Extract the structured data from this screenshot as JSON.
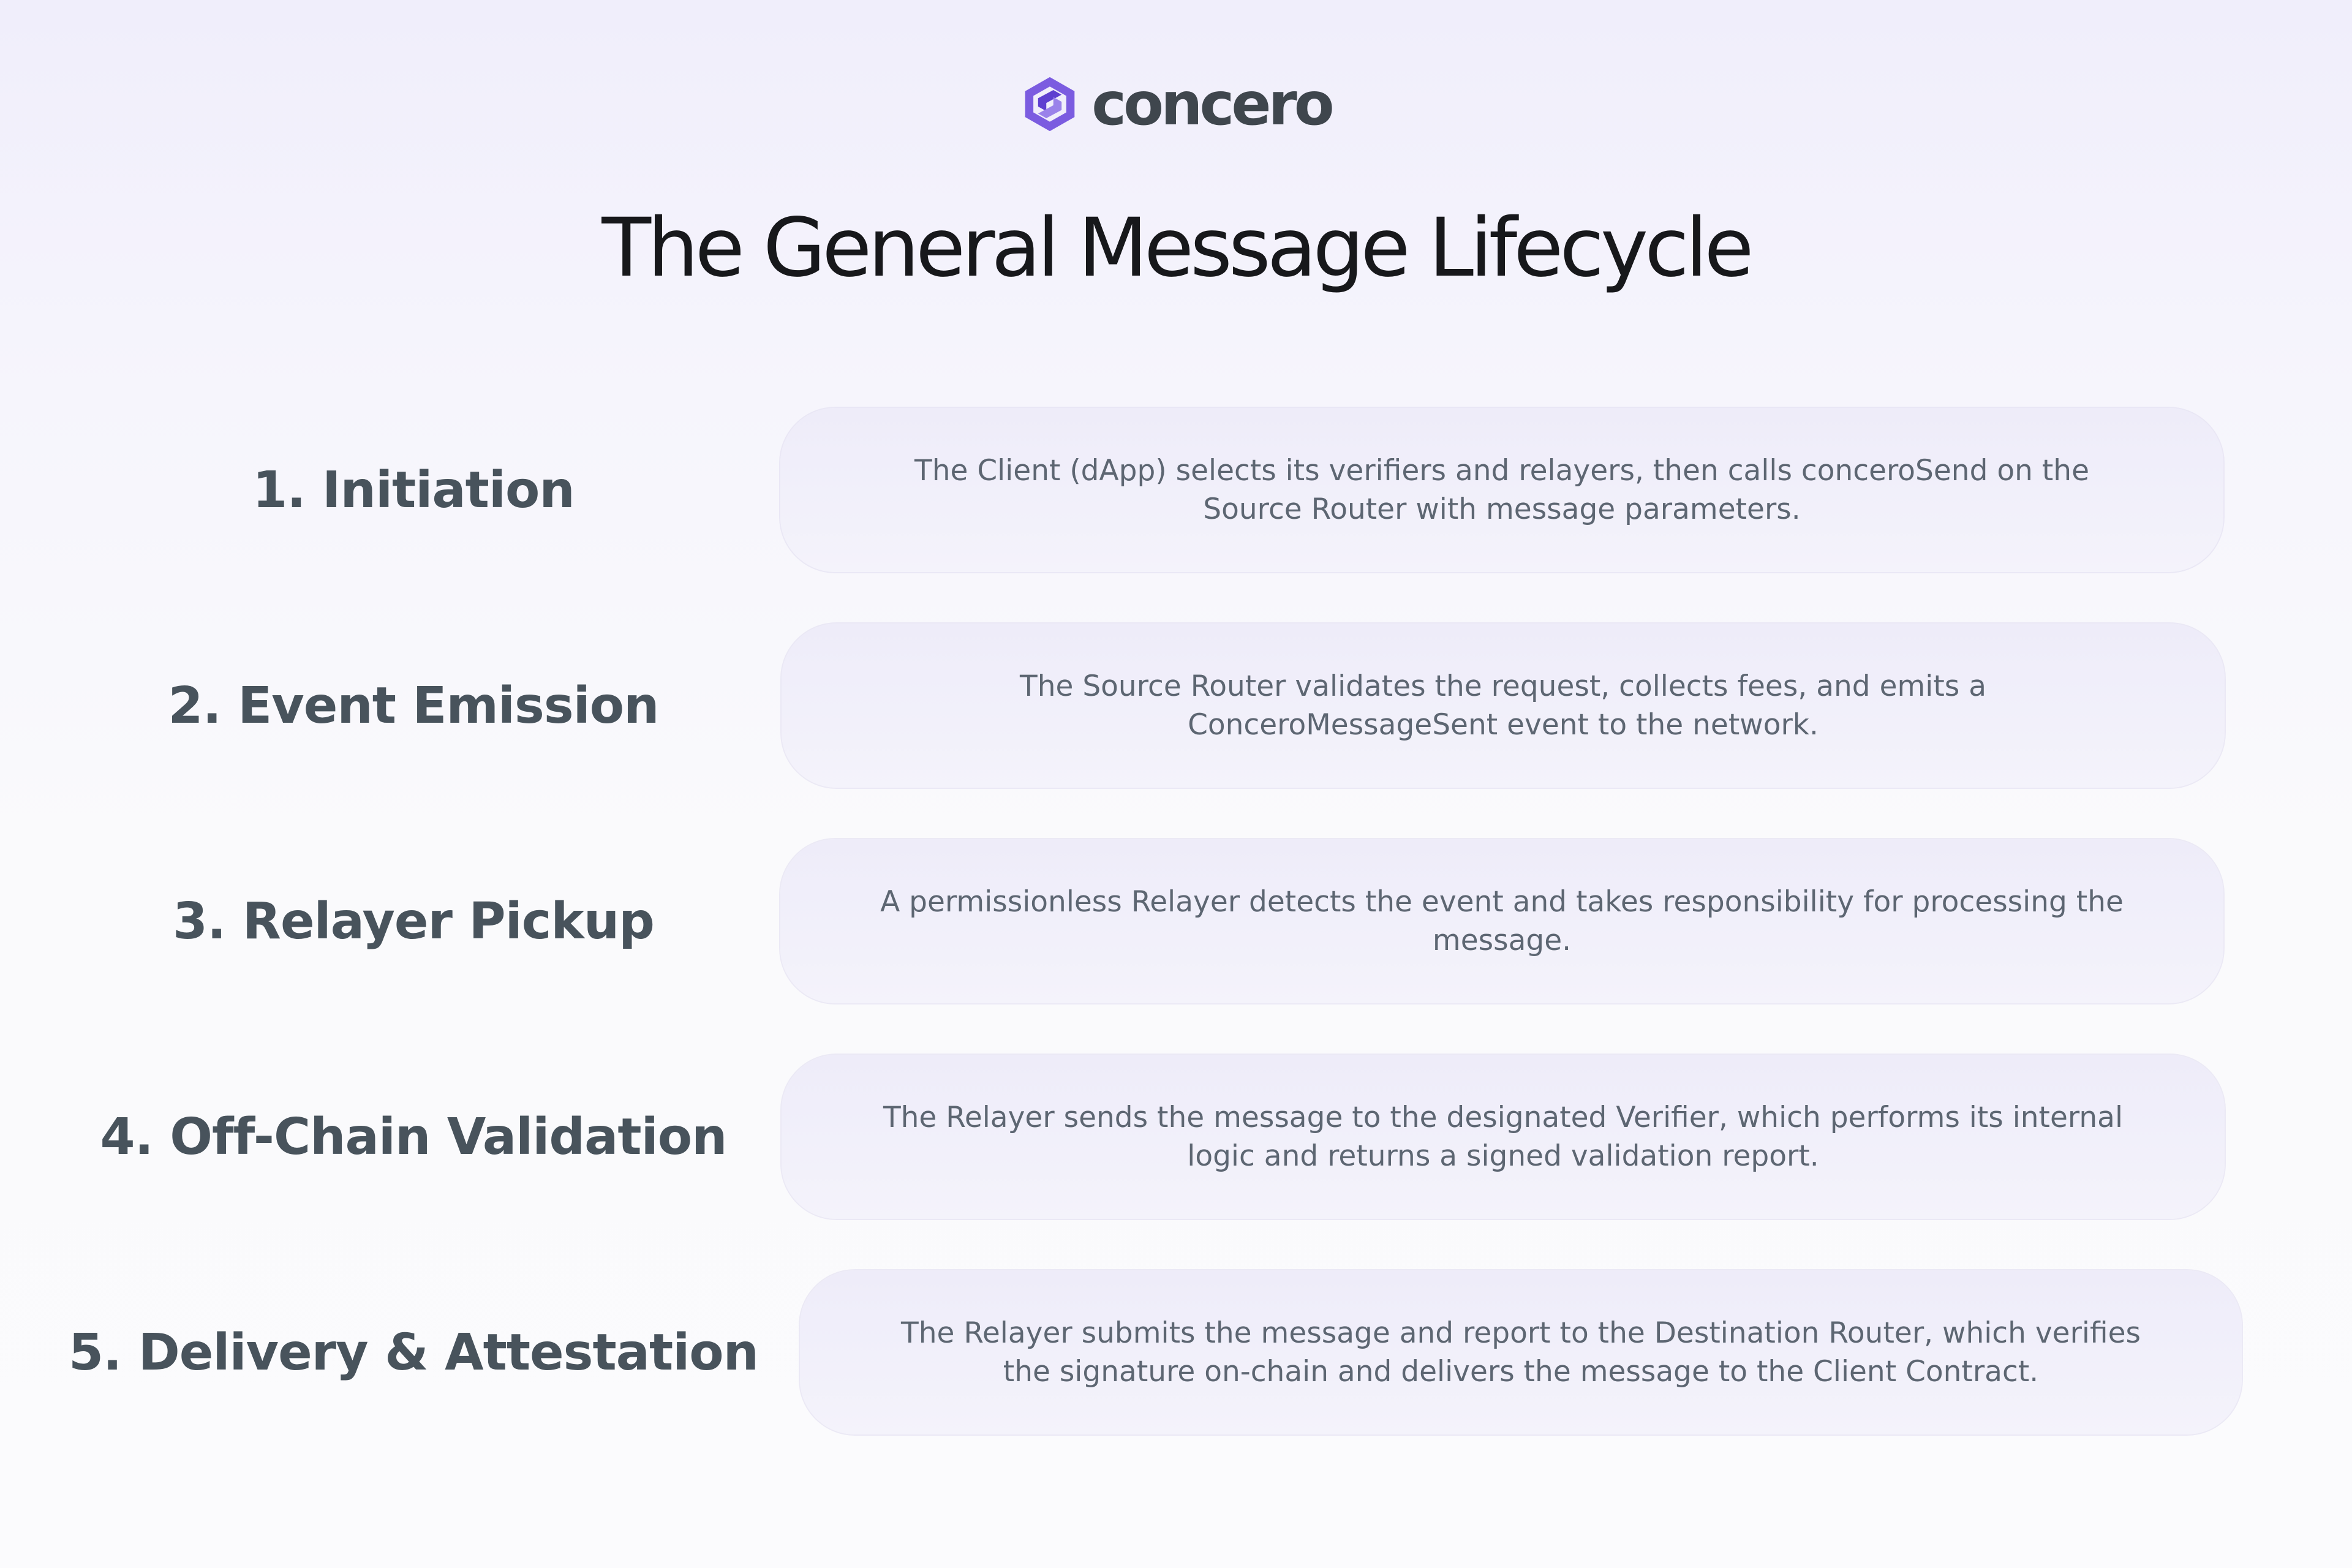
{
  "brand": {
    "name": "concero",
    "accent": "#7b5ce0",
    "accent_dark": "#5e3fd0"
  },
  "title": "The General Message Lifecycle",
  "steps": [
    {
      "label": "1. Initiation",
      "description": "The Client (dApp) selects its verifiers and relayers, then calls conceroSend on the Source Router with message parameters."
    },
    {
      "label": "2. Event Emission",
      "description": "The Source Router validates the request, collects fees, and emits a ConceroMessageSent event to the network."
    },
    {
      "label": "3. Relayer Pickup",
      "description": "A permissionless Relayer detects the event and takes responsibility for processing the message."
    },
    {
      "label": "4. Off-Chain Validation",
      "description": "The Relayer sends the message to the designated Verifier, which performs its internal logic and returns a signed validation report."
    },
    {
      "label": "5. Delivery & Attestation",
      "description": "The Relayer submits the message and report to the Destination Router, which verifies the signature on-chain and delivers the message to the Client Contract."
    }
  ]
}
